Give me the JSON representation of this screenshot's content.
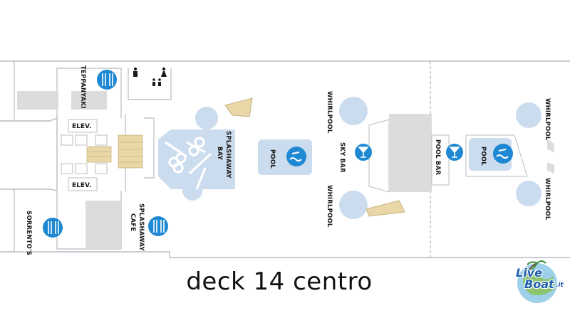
{
  "caption": "deck 14 centro",
  "logo": {
    "line1": "Live",
    "line2": "Boat",
    "suffix": ".it"
  },
  "labels": {
    "teppanyaki": "TEPPANYAKI",
    "elev_top": "ELEV.",
    "elev_bottom": "ELEV.",
    "sorrentos": "SORRENTO'S",
    "splashaway_cafe_1": "SPLASHAWAY",
    "splashaway_cafe_2": "CAFE",
    "splashaway_bay_1": "SPLASHAWAY",
    "splashaway_bay_2": "BAY",
    "pool_1": "POOL",
    "whirlpool_1": "WHIRLPOOL",
    "whirlpool_2": "WHIRLPOOL",
    "sky_bar": "SKY BAR",
    "pool_bar": "POOL BAR",
    "pool_2": "POOL",
    "whirlpool_3": "WHIRLPOOL",
    "whirlpool_4": "WHIRLPOOL"
  },
  "colors": {
    "hull_line": "#b9bcc2",
    "grey_area": "#dcdcdc",
    "pool_blue": "#cbdcee",
    "icon_blue": "#1e88d2",
    "seating": "#e9d7a8"
  },
  "icons": [
    "dining-icon",
    "restroom-men-icon",
    "restroom-women-icon",
    "accessible-restroom-icon",
    "pool-icon",
    "cocktail-icon"
  ]
}
